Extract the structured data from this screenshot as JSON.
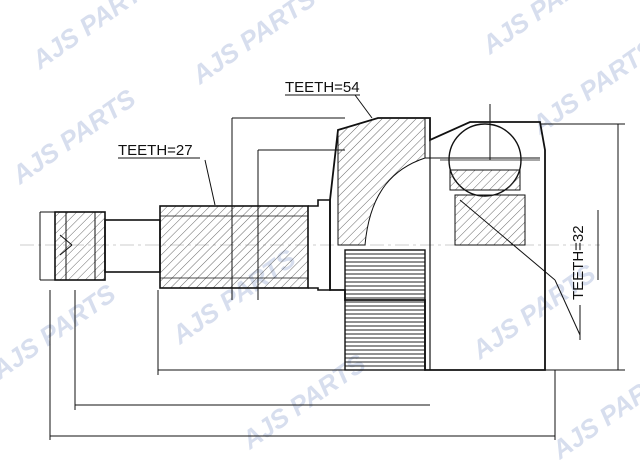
{
  "labels": {
    "teeth_outer": "TEETH=54",
    "teeth_shaft": "TEETH=27",
    "teeth_inner": "TEETH=32"
  },
  "watermark": {
    "text": "AJS PARTS",
    "color": "#d7deee"
  },
  "colors": {
    "line": "#111111",
    "hatch": "#444444",
    "background": "#ffffff"
  }
}
